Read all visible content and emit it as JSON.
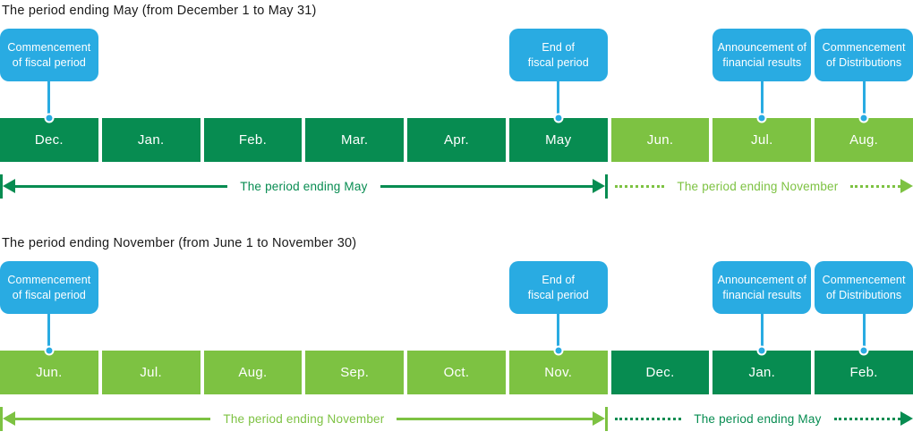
{
  "colors": {
    "dark_green": "#078c51",
    "light_green": "#7dc242",
    "callout_blue": "#29abe2",
    "title_text": "#1a1a1a"
  },
  "top": {
    "title": "The period ending May (from December 1 to May 31)",
    "months": [
      {
        "label": "Dec.",
        "tone": "dark"
      },
      {
        "label": "Jan.",
        "tone": "dark"
      },
      {
        "label": "Feb.",
        "tone": "dark"
      },
      {
        "label": "Mar.",
        "tone": "dark"
      },
      {
        "label": "Apr.",
        "tone": "dark"
      },
      {
        "label": "May",
        "tone": "dark"
      },
      {
        "label": "Jun.",
        "tone": "light"
      },
      {
        "label": "Jul.",
        "tone": "light"
      },
      {
        "label": "Aug.",
        "tone": "light"
      }
    ],
    "callouts": [
      {
        "line1": "Commencement",
        "line2": "of fiscal period",
        "month": "Dec."
      },
      {
        "line1": "End of",
        "line2": "fiscal period",
        "month": "May"
      },
      {
        "line1": "Announcement of",
        "line2": "financial results",
        "month": "Jul."
      },
      {
        "line1": "Commencement",
        "line2": "of Distributions",
        "month": "Aug."
      }
    ],
    "solid_arrow_label": "The period ending May",
    "dotted_arrow_label": "The period ending November"
  },
  "bottom": {
    "title": "The period ending November (from June 1 to November 30)",
    "months": [
      {
        "label": "Jun.",
        "tone": "light"
      },
      {
        "label": "Jul.",
        "tone": "light"
      },
      {
        "label": "Aug.",
        "tone": "light"
      },
      {
        "label": "Sep.",
        "tone": "light"
      },
      {
        "label": "Oct.",
        "tone": "light"
      },
      {
        "label": "Nov.",
        "tone": "light"
      },
      {
        "label": "Dec.",
        "tone": "dark"
      },
      {
        "label": "Jan.",
        "tone": "dark"
      },
      {
        "label": "Feb.",
        "tone": "dark"
      }
    ],
    "callouts": [
      {
        "line1": "Commencement",
        "line2": "of fiscal period",
        "month": "Jun."
      },
      {
        "line1": "End of",
        "line2": "fiscal period",
        "month": "Nov."
      },
      {
        "line1": "Announcement of",
        "line2": "financial results",
        "month": "Jan."
      },
      {
        "line1": "Commencement",
        "line2": "of Distributions",
        "month": "Feb."
      }
    ],
    "solid_arrow_label": "The period ending November",
    "dotted_arrow_label": "The period ending May"
  }
}
